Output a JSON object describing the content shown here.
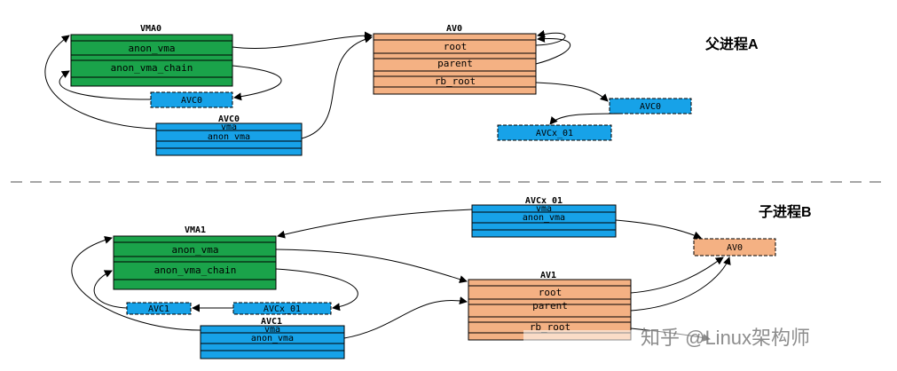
{
  "sections": {
    "parent_title": "父进程A",
    "child_title": "子进程B"
  },
  "colors": {
    "vma": "#1aa34a",
    "av": "#f4b183",
    "avc": "#17a2e8",
    "line": "#000000",
    "divider": "#888888"
  },
  "parent": {
    "vma0": {
      "title": "VMA0",
      "fields": [
        "anon_vma",
        "anon_vma_chain"
      ]
    },
    "av0": {
      "title": "AV0",
      "fields": [
        "root",
        "parent",
        "rb_root"
      ]
    },
    "avc0_struct": {
      "title": "AVC0",
      "fields": [
        "vma",
        "anon_vma"
      ]
    },
    "avc0_chain_tag": "AVC0",
    "avc0_tree_tag": "AVC0",
    "avcx01_tree_tag": "AVCx_01"
  },
  "child": {
    "vma1": {
      "title": "VMA1",
      "fields": [
        "anon_vma",
        "anon_vma_chain"
      ]
    },
    "av1": {
      "title": "AV1",
      "fields": [
        "root",
        "parent",
        "rb_root"
      ]
    },
    "avc1_struct": {
      "title": "AVC1",
      "fields": [
        "vma",
        "anon_vma"
      ]
    },
    "avcx01_struct": {
      "title": "AVCx_01",
      "fields": [
        "vma",
        "anon_vma"
      ]
    },
    "avc1_chain_tag": "AVC1",
    "avcx01_chain_tag": "AVCx_01",
    "av0_ref_tag": "AV0"
  },
  "watermark": "知乎 @Linux架构师"
}
